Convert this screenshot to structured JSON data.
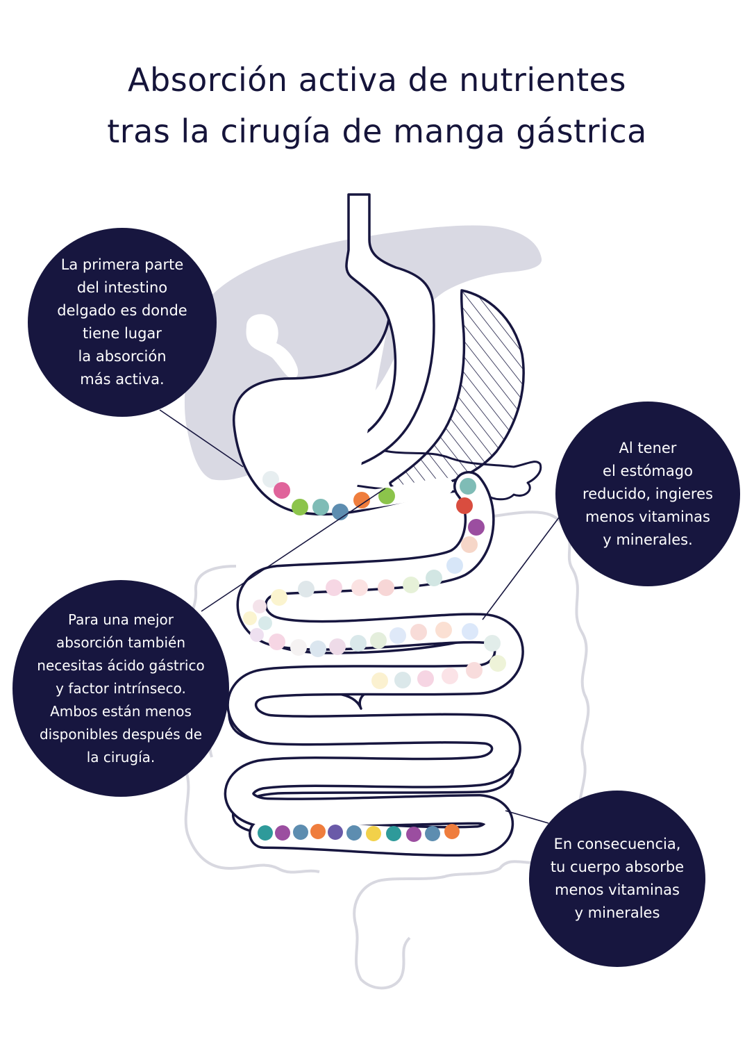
{
  "title": {
    "line1": "Absorción activa de nutrientes",
    "line2": "tras la cirugía de manga gástrica"
  },
  "callouts": {
    "first_part": "La primera parte\ndel intestino\ndelgado es donde\ntiene lugar\nla absorción\nmás activa.",
    "reduced_stomach": "Al tener\nel estómago\nreducido, ingieres\nmenos vitaminas\ny minerales.",
    "gastric_acid": "Para una mejor\nabsorción también\nnecesitas ácido gástrico\ny factor intrínseco.\nAmbos están menos\ndisponibles después de\nla cirugía.",
    "consequence": "En consecuencia,\ntu cuerpo absorbe\nmenos vitaminas\ny minerales"
  },
  "colors": {
    "navy": "#17163f",
    "liver": "#d9d9e3",
    "colon_outline": "#d8d8e0",
    "nutrient_palette": [
      "#e0649b",
      "#8cc44b",
      "#7fbcb6",
      "#5d8db0",
      "#ef7d3d",
      "#d94d3f",
      "#9b4ea0",
      "#2e9a9a",
      "#f2d14a",
      "#6a5aa8"
    ]
  }
}
